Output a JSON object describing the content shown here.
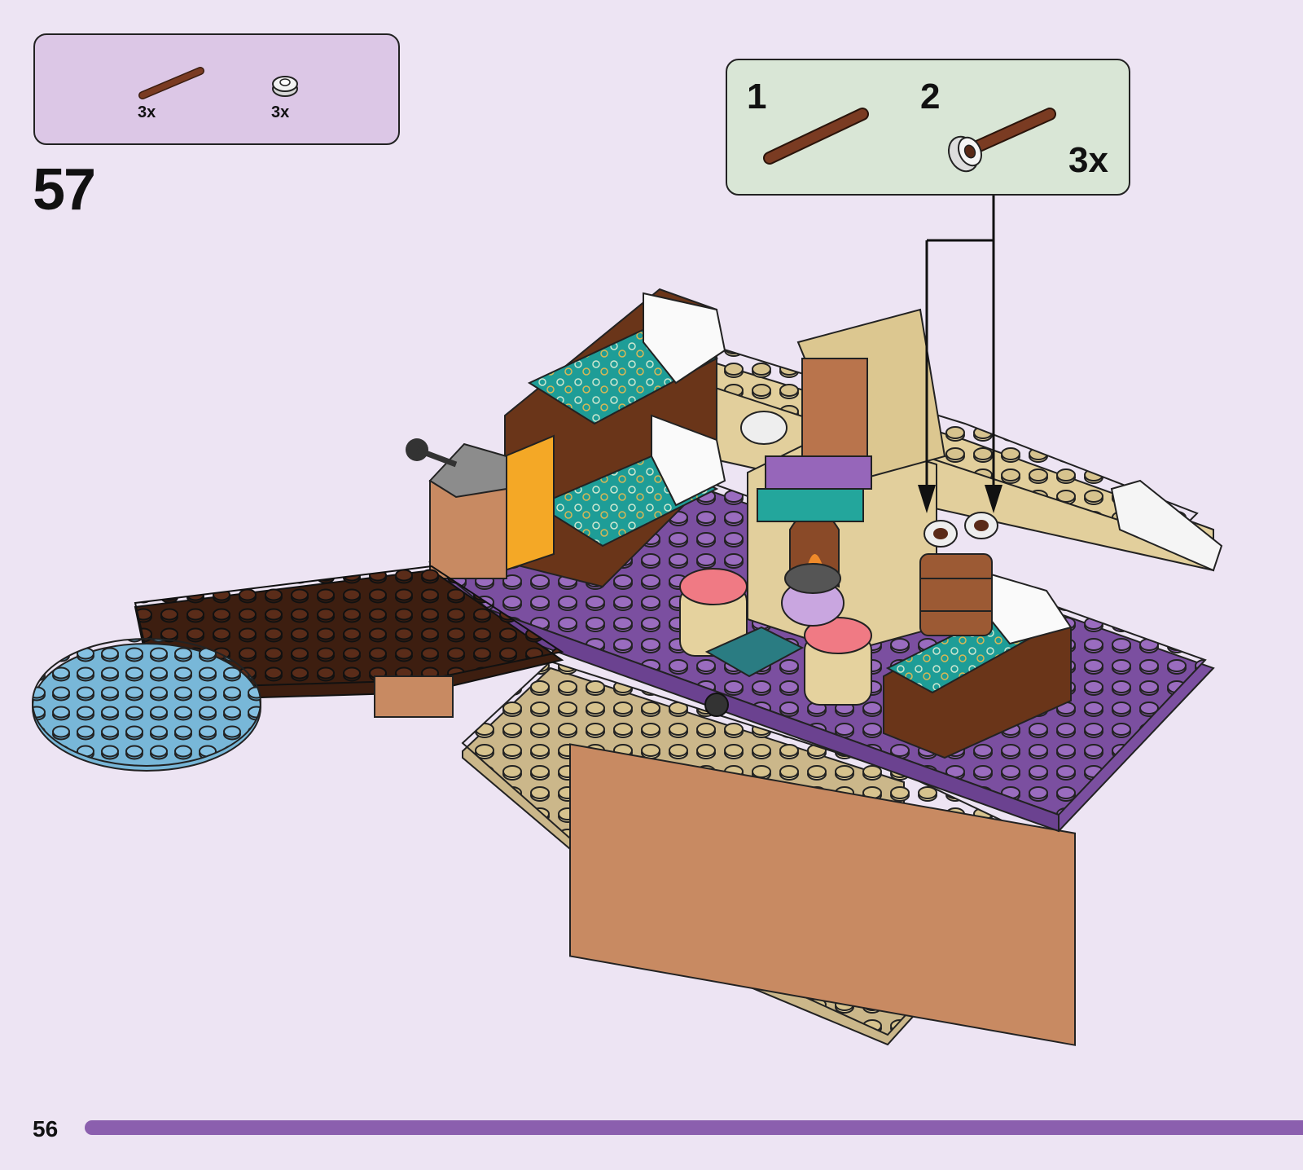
{
  "parts_list": {
    "items": [
      {
        "part": "brown-bar-icon",
        "quantity": "3x"
      },
      {
        "part": "white-round-plate-icon",
        "quantity": "3x"
      }
    ]
  },
  "step": {
    "number": "57"
  },
  "sub_assembly": {
    "step_1": "1",
    "step_2": "2",
    "quantity": "3x"
  },
  "footer": {
    "page_number": "56"
  },
  "colors": {
    "background": "#ede4f3",
    "parts_box": "#dcc7e6",
    "sub_box": "#d9e6d6",
    "bar": "#8b5fae"
  }
}
